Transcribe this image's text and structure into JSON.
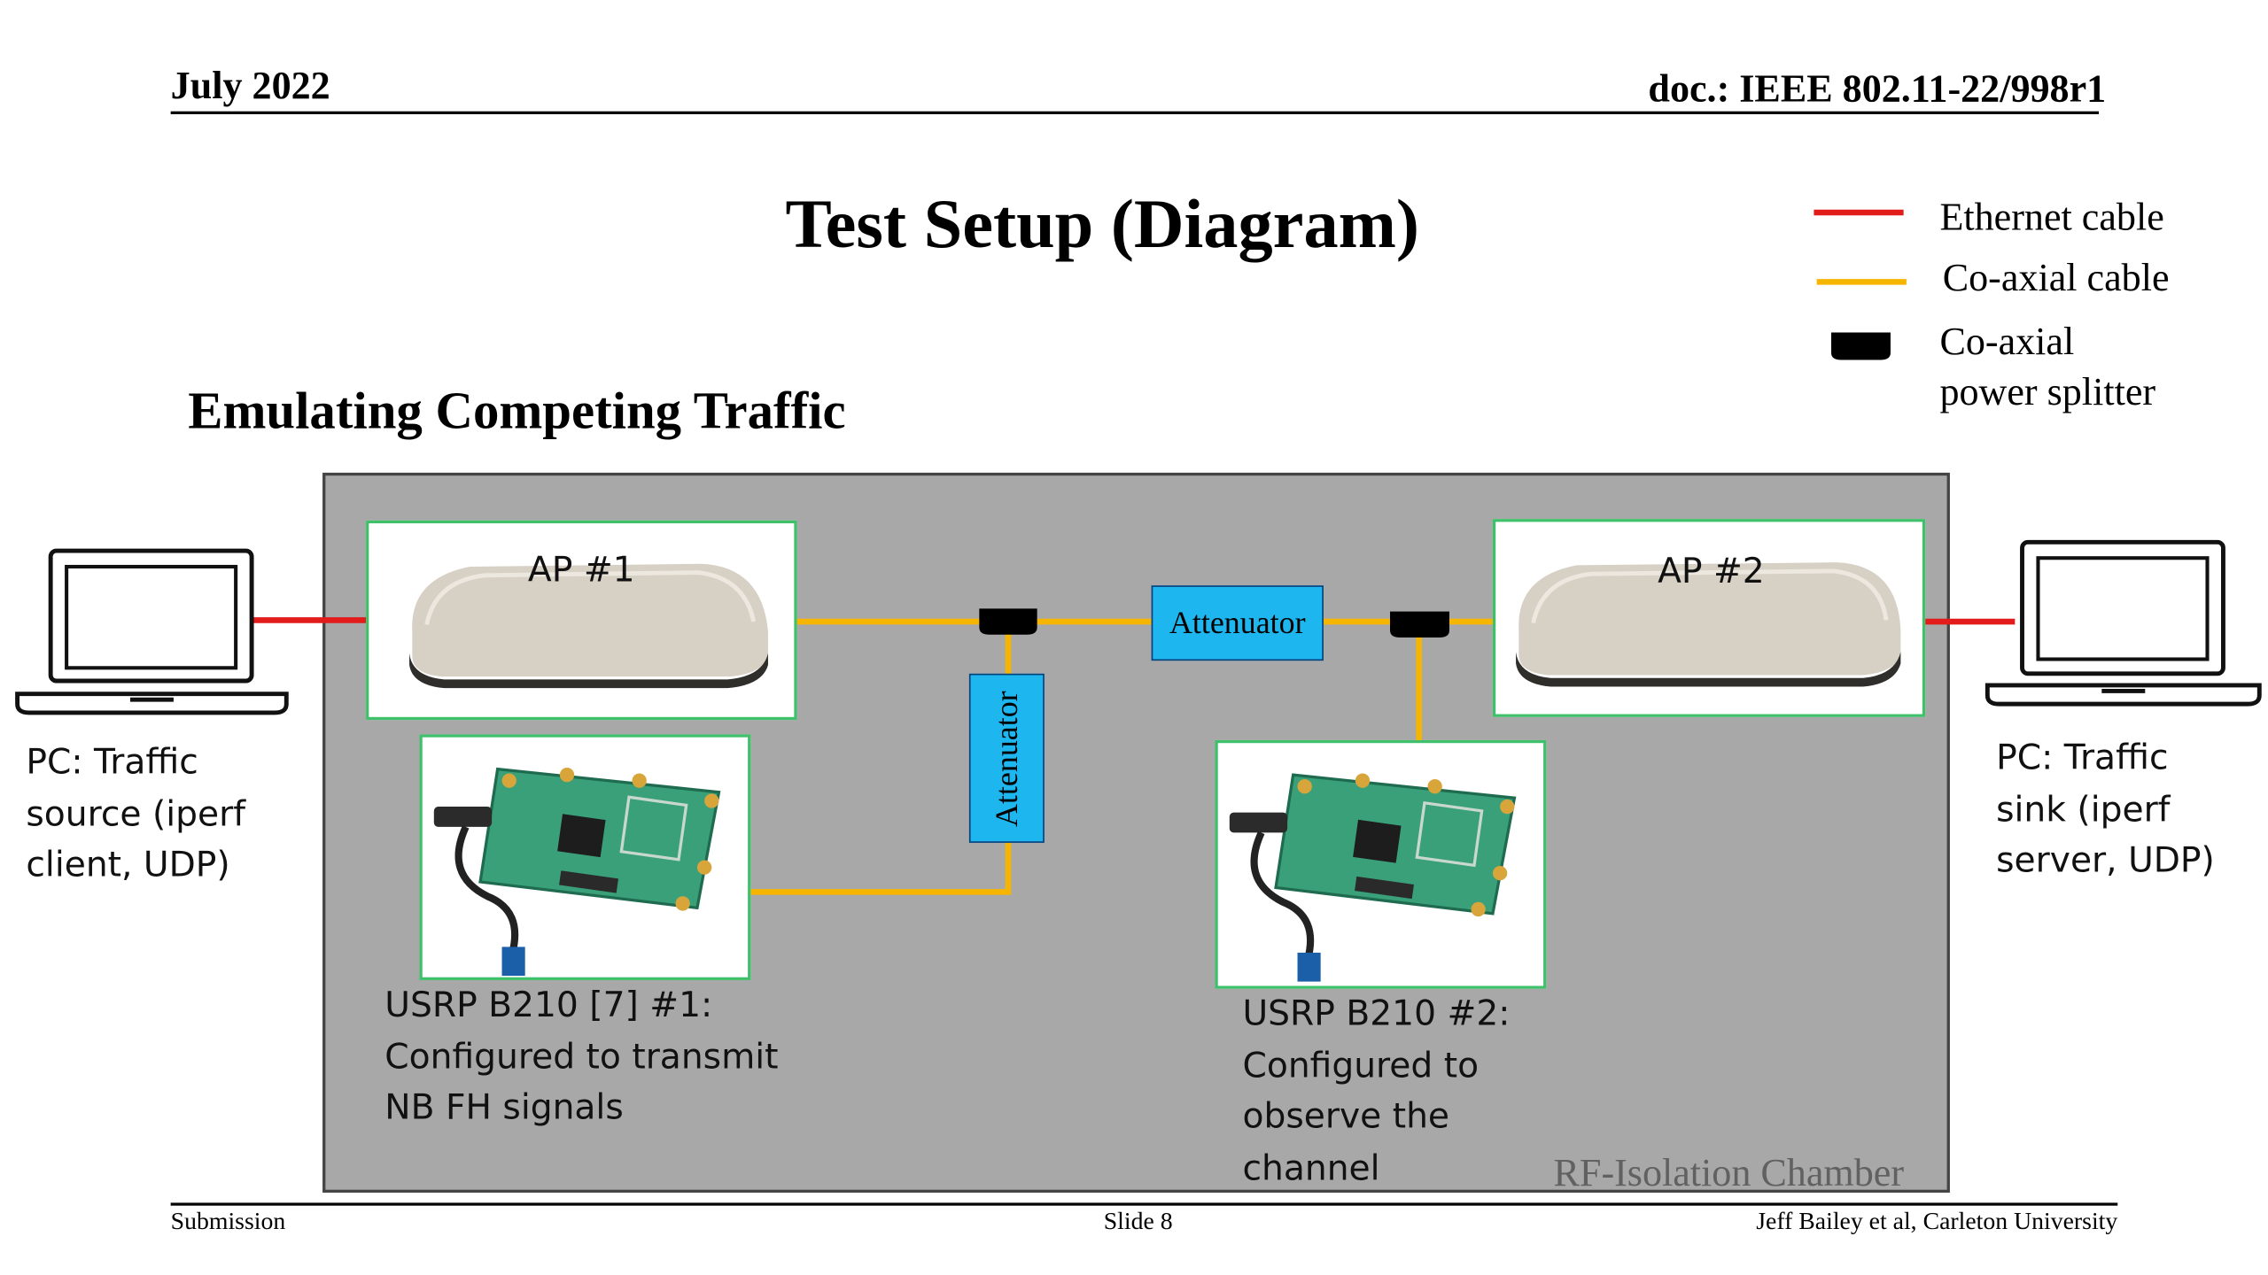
{
  "header": {
    "date": "July 2022",
    "doc": "doc.: IEEE 802.11-22/998r1"
  },
  "title": "Test Setup (Diagram)",
  "subtitle": "Emulating Competing Traffic",
  "legend": {
    "ethernet": "Ethernet cable",
    "coax": "Co-axial cable",
    "splitter": "Co-axial\npower splitter"
  },
  "colors": {
    "ethernet": "#e21b1b",
    "coax": "#f6b500",
    "chamber": "#a8a8a8",
    "attenuator": "#1eb6ee",
    "box_border": "#3fc06a"
  },
  "ap1": {
    "label": "AP #1"
  },
  "ap2": {
    "label": "AP #2"
  },
  "attenuator_h": "Attenuator",
  "attenuator_v": "Attenuator",
  "usrp1": "USRP B210 [7] #1:\nConfigured to transmit\nNB FH signals",
  "usrp2": "USRP B210 #2:\nConfigured to\nobserve the\nchannel",
  "pc_left": "PC: Traffic\nsource (iperf\nclient, UDP)",
  "pc_right": "PC: Traffic\nsink (iperf\nserver, UDP)",
  "chamber_label": "RF-Isolation Chamber",
  "footer": {
    "left": "Submission",
    "center": "Slide 8",
    "right": "Jeff Bailey et al, Carleton University"
  },
  "icons": [
    "laptop-icon",
    "access-point-icon",
    "usrp-board-icon",
    "power-splitter-icon"
  ]
}
